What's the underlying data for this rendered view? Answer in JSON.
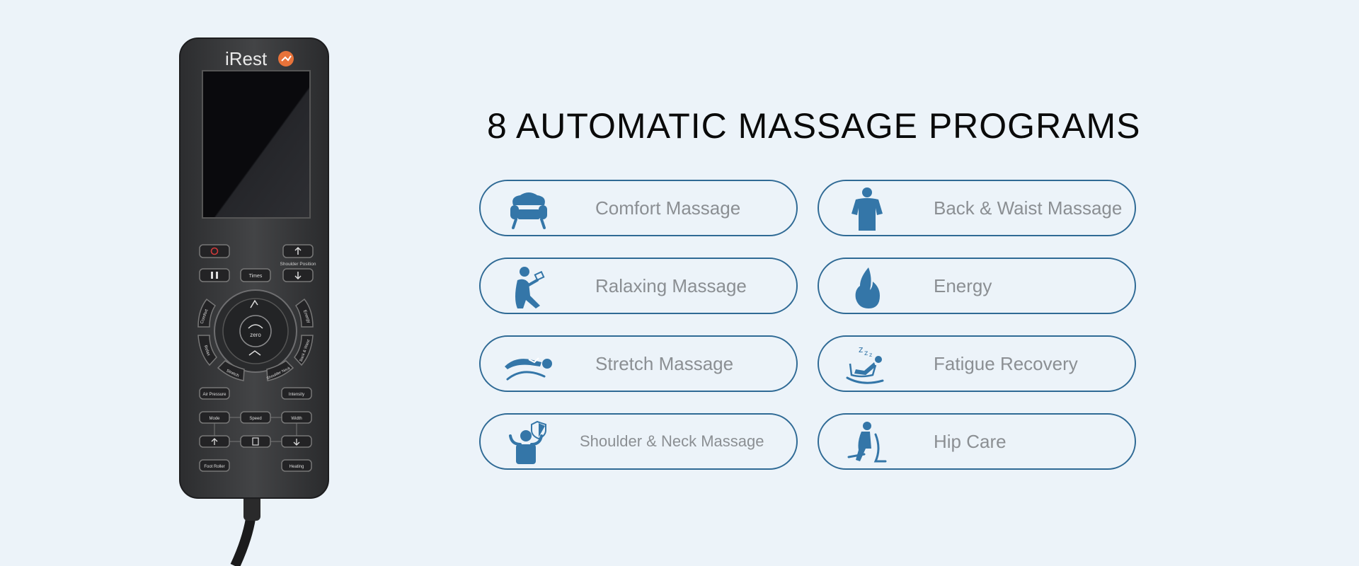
{
  "header": {
    "title": "8 AUTOMATIC MASSAGE PROGRAMS"
  },
  "programs": [
    {
      "label": "Comfort Massage",
      "icon": "armchair-icon"
    },
    {
      "label": "Back & Waist Massage",
      "icon": "back-figure-icon"
    },
    {
      "label": "Ralaxing Massage",
      "icon": "reading-figure-icon"
    },
    {
      "label": "Energy",
      "icon": "flame-icon"
    },
    {
      "label": "Stretch Massage",
      "icon": "stretch-figure-icon"
    },
    {
      "label": "Fatigue Recovery",
      "icon": "rocking-chair-sleep-icon"
    },
    {
      "label": "Shoulder & Neck Massage",
      "icon": "shoulder-shield-icon"
    },
    {
      "label": "Hip Care",
      "icon": "seated-figure-icon"
    }
  ],
  "remote": {
    "brand": "iRest",
    "buttons": {
      "times": "Times",
      "shoulder_position": "Shoulder Position",
      "comfort": "Comfort",
      "relax": "Relax",
      "stretch": "Stretch",
      "shoulder_neck": "Shoulder Neck",
      "back_waist": "Back & Waist",
      "energy": "Energy",
      "zero": "zero",
      "air_pressure": "Air Pressure",
      "intensity": "Intensity",
      "mode": "Mode",
      "speed": "Speed",
      "width": "Width",
      "foot_roller": "Foot Roller",
      "heating": "Heating"
    }
  },
  "colors": {
    "accent": "#2f6a95",
    "icon": "#3476a8",
    "label": "#8b8f93",
    "background": "#ecf3f9",
    "remote_body": "#3a3b3d"
  }
}
